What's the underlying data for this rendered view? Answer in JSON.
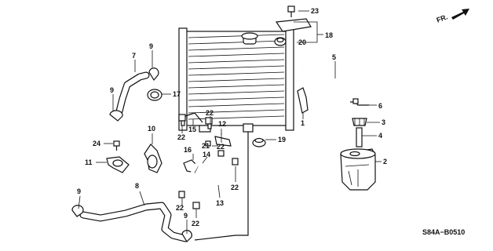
{
  "diagram": {
    "reference_code": "S84A−B0510",
    "front_label": "FR.",
    "callouts": {
      "c1": "1",
      "c2": "2",
      "c3": "3",
      "c4": "4",
      "c5": "5",
      "c6": "6",
      "c7": "7",
      "c8": "8",
      "c9a": "9",
      "c9b": "9",
      "c9c": "9",
      "c9d": "9",
      "c10": "10",
      "c11": "11",
      "c12": "12",
      "c13": "13",
      "c14": "14",
      "c15": "15",
      "c16": "16",
      "c17": "17",
      "c18": "18",
      "c19": "19",
      "c20": "20",
      "c21": "21",
      "c22a": "22",
      "c22b": "22",
      "c22c": "22",
      "c22d": "22",
      "c22e": "22",
      "c22f": "22",
      "c23": "23",
      "c24": "24"
    }
  }
}
